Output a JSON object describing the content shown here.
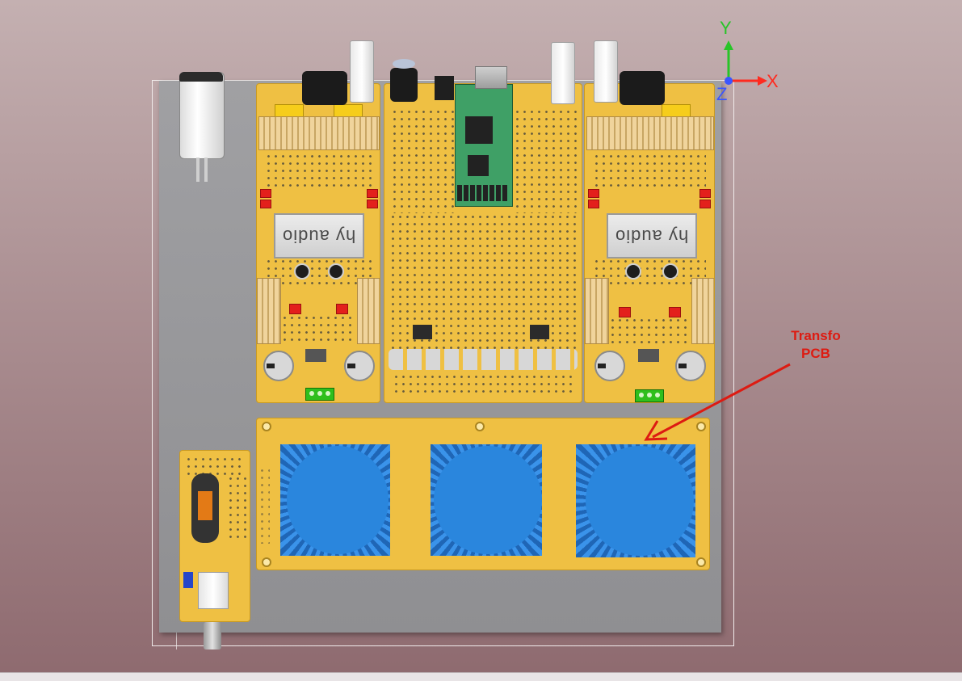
{
  "viewport": {
    "axes": {
      "x": "X",
      "y": "Y",
      "z": "Z"
    },
    "colors": {
      "x_axis": "#ff2a1f",
      "y_axis": "#28c428",
      "z_axis": "#3a55ff",
      "annotation": "#dd1b12",
      "pcb": "#efc043",
      "transformer": "#2f8de6"
    }
  },
  "pcb_labels": {
    "left_amp_logo": "hy audio",
    "right_amp_logo": "hy audio"
  },
  "annotation": {
    "line1": "Transfo",
    "line2": "PCB"
  }
}
